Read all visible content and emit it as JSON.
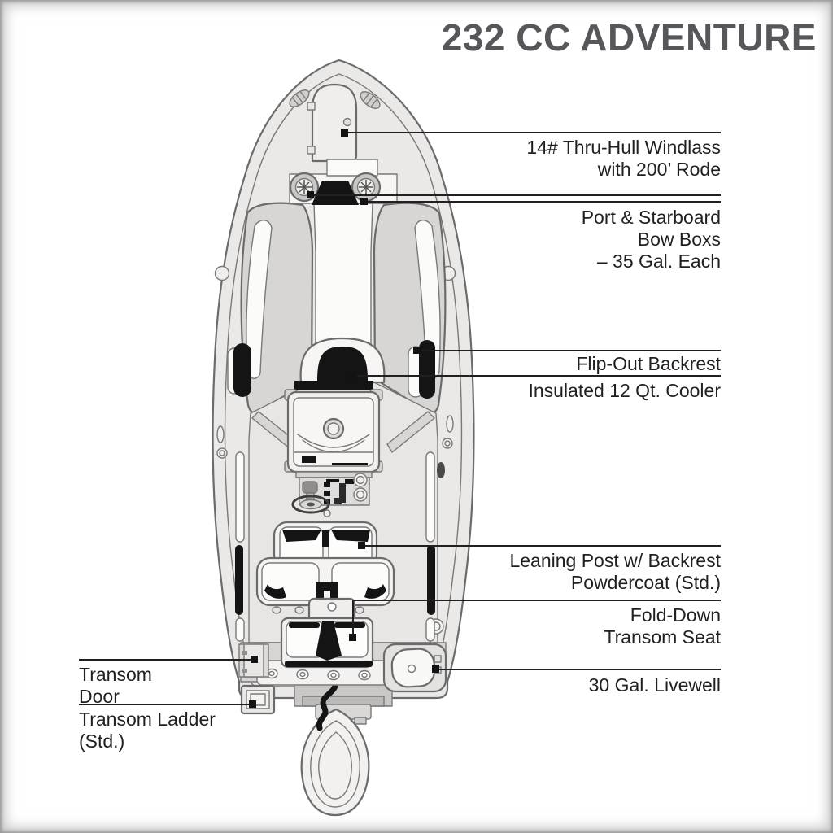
{
  "title": "232 CC ADVENTURE",
  "figure": {
    "type": "boat top-view feature diagram",
    "model": "232 CC ADVENTURE"
  },
  "callouts": {
    "windlass": {
      "text": "14# Thru-Hull Windlass\nwith 200’ Rode"
    },
    "bow_boxes": {
      "text": "Port & Starboard\nBow Boxs\n– 35 Gal. Each"
    },
    "flip_out_backrest": {
      "text": "Flip-Out Backrest"
    },
    "cooler": {
      "text": "Insulated 12 Qt. Cooler"
    },
    "leaning_post": {
      "text": "Leaning Post w/ Backrest\nPowdercoat (Std.)"
    },
    "fold_down_seat": {
      "text": "Fold-Down\nTransom Seat"
    },
    "livewell": {
      "text": "30 Gal. Livewell"
    },
    "transom_door": {
      "text": "Transom\nDoor"
    },
    "transom_ladder": {
      "text": "Transom Ladder\n(Std.)"
    }
  },
  "colors": {
    "ink": "#231f20",
    "title_text": "#56575b",
    "hull_outline": "#6b6b6b",
    "hull_fill": "#eae9e7",
    "accent_black": "#141414",
    "background": "#ffffff"
  }
}
